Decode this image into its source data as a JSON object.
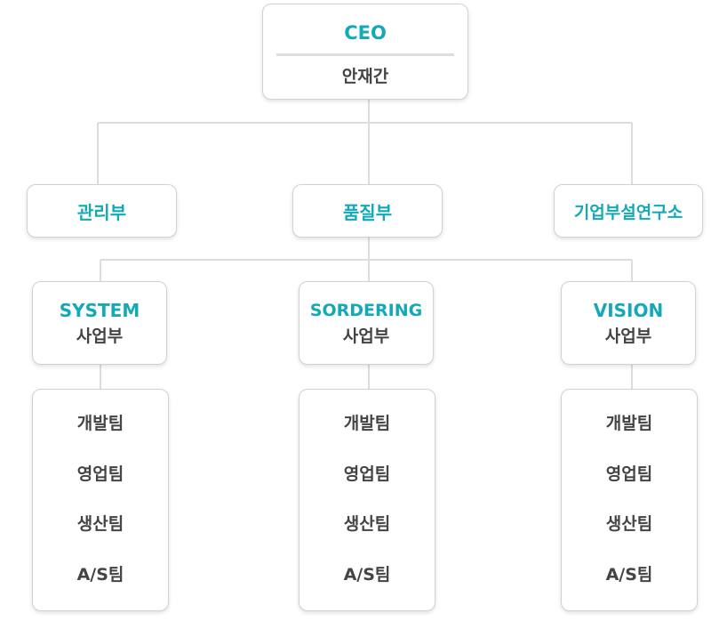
{
  "ceo": {
    "title": "CEO",
    "name": "안재간"
  },
  "departments": [
    {
      "label": "관리부"
    },
    {
      "label": "품질부"
    },
    {
      "label": "기업부설연구소"
    }
  ],
  "units": [
    {
      "name": "SYSTEM",
      "suffix": "사업부",
      "teams": [
        "개발팀",
        "영업팀",
        "생산팀",
        "A/S팀"
      ]
    },
    {
      "name": "SORDERING",
      "suffix": "사업부",
      "teams": [
        "개발팀",
        "영업팀",
        "생산팀",
        "A/S팀"
      ]
    },
    {
      "name": "VISION",
      "suffix": "사업부",
      "teams": [
        "개발팀",
        "영업팀",
        "생산팀",
        "A/S팀"
      ]
    }
  ],
  "colors": {
    "accent": "#14a9b7",
    "text": "#444444",
    "border": "#d2d2d2",
    "connector": "#dddddd"
  }
}
